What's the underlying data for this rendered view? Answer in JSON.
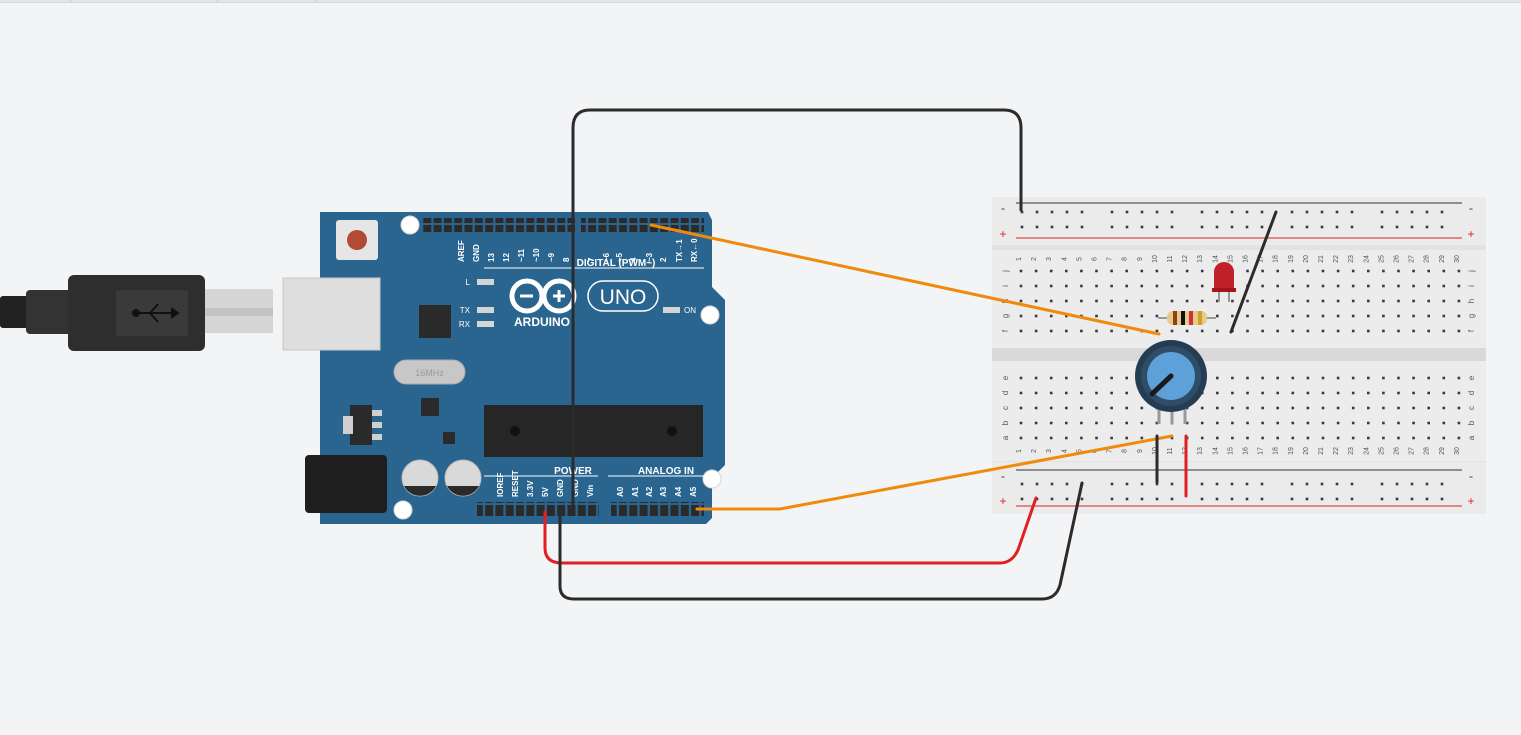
{
  "arduino": {
    "brand": "ARDUINO",
    "model": "UNO",
    "digital_header": "DIGITAL (PWM~)",
    "power_header": "POWER",
    "analog_header": "ANALOG IN",
    "crystal": "16MHz",
    "led_labels": {
      "l": "L",
      "tx": "TX",
      "rx": "RX",
      "on": "ON"
    },
    "digital_pins": [
      "AREF",
      "GND",
      "13",
      "12",
      "~11",
      "~10",
      "~9",
      "8",
      "7",
      "~6",
      "~5",
      "4",
      "~3",
      "2",
      "TX→1",
      "RX←0"
    ],
    "power_pins": [
      "IOREF",
      "RESET",
      "3.3V",
      "5V",
      "GND",
      "GND",
      "Vin"
    ],
    "analog_pins": [
      "A0",
      "A1",
      "A2",
      "A3",
      "A4",
      "A5"
    ]
  },
  "breadboard": {
    "columns": [
      "1",
      "2",
      "3",
      "4",
      "5",
      "6",
      "7",
      "8",
      "9",
      "10",
      "11",
      "12",
      "13",
      "14",
      "15",
      "16",
      "17",
      "18",
      "19",
      "20",
      "21",
      "22",
      "23",
      "24",
      "25",
      "26",
      "27",
      "28",
      "29",
      "30"
    ],
    "rows_top": [
      "j",
      "i",
      "h",
      "g",
      "f"
    ],
    "rows_bottom": [
      "e",
      "d",
      "c",
      "b",
      "a"
    ],
    "rail_minus": "-",
    "rail_plus": "+"
  },
  "colors": {
    "board": "#2a6590",
    "wire_black": "#2b2b2b",
    "wire_red": "#e02020",
    "wire_orange": "#f08a0c",
    "led": "#c0202a",
    "pot_knob": "#5ea0d8"
  },
  "icons": {
    "usb": "usb-icon",
    "infinity": "arduino-logo-icon"
  }
}
